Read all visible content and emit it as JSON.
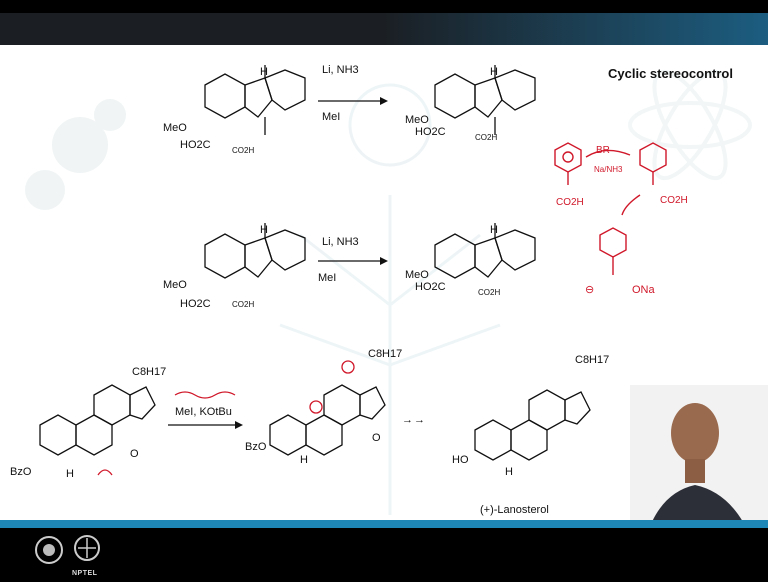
{
  "slide": {
    "title": "Cyclic stereocontrol",
    "reactions": [
      {
        "reagent_top": "Li, NH3",
        "reagent_bottom": "MeI",
        "sm_substituents": [
          "MeO",
          "HO2C",
          "CO2H",
          "H"
        ],
        "product_substituents": [
          "MeO",
          "HO2C",
          "CO2H",
          "H"
        ]
      },
      {
        "reagent_top": "Li, NH3",
        "reagent_bottom": "MeI",
        "sm_substituents": [
          "MeO",
          "HO2C",
          "CO2H",
          "H"
        ],
        "product_substituents": [
          "MeO",
          "HO2C",
          "CO2H",
          "H"
        ]
      },
      {
        "reagent_top": "MeI, KOtBu",
        "sm_substituents": [
          "BzO",
          "H",
          "C8H17",
          "O"
        ],
        "product_substituents": [
          "BzO",
          "H",
          "C8H17",
          "O"
        ]
      }
    ],
    "arrows": [
      "→",
      "→"
    ],
    "final_label": "(+)-Lanosterol",
    "final_substituents": [
      "HO",
      "H",
      "C8H17"
    ],
    "handwritten": {
      "br_label": "BR",
      "reagent_note": "Na/NH3",
      "co2h_left": "CO2H",
      "co2h_right": "CO2H",
      "ona": "ONa",
      "neg": "⊖"
    }
  },
  "footer": {
    "logo_text": "NPTEL"
  }
}
